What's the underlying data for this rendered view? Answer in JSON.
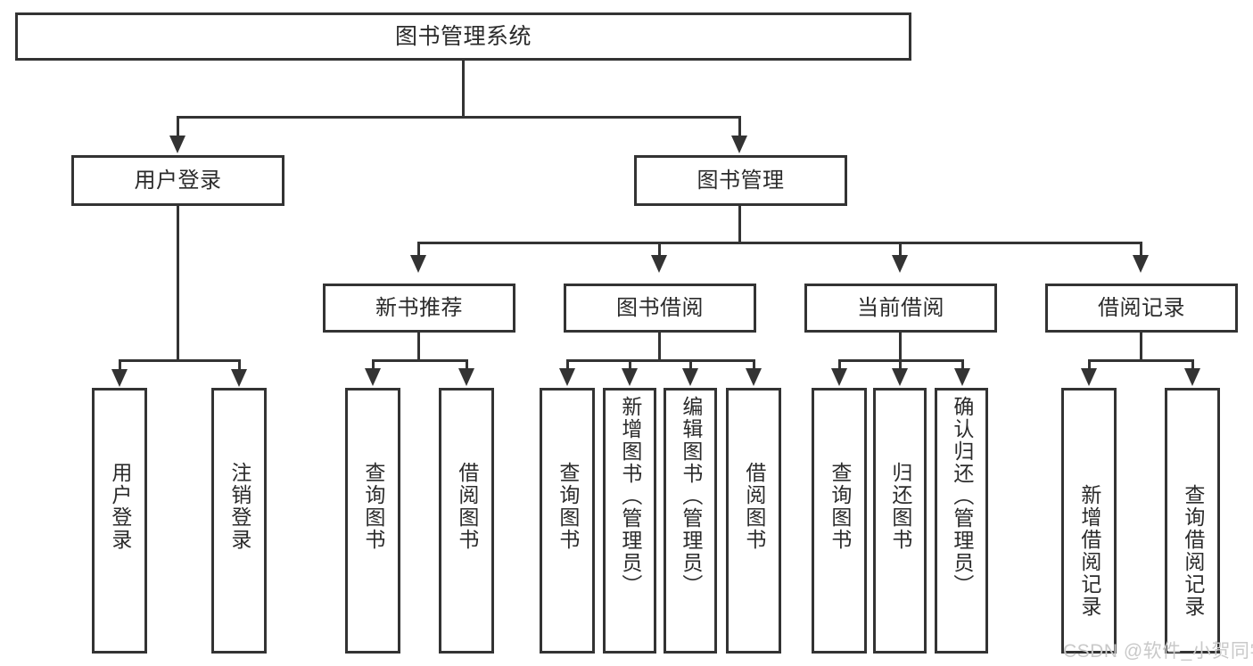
{
  "diagram": {
    "title": "图书管理系统",
    "type": "hierarchy-tree",
    "root": {
      "id": "root",
      "label": "图书管理系统"
    },
    "level1": [
      {
        "id": "user-login",
        "label": "用户登录"
      },
      {
        "id": "book-management",
        "label": "图书管理"
      }
    ],
    "level2": [
      {
        "id": "new-book-recommend",
        "label": "新书推荐",
        "parent": "book-management"
      },
      {
        "id": "book-borrow",
        "label": "图书借阅",
        "parent": "book-management"
      },
      {
        "id": "current-borrow",
        "label": "当前借阅",
        "parent": "book-management"
      },
      {
        "id": "borrow-record",
        "label": "借阅记录",
        "parent": "book-management"
      }
    ],
    "leaves": {
      "user_login": [
        {
          "id": "leaf-user-login",
          "label": "用户登录"
        },
        {
          "id": "leaf-logout-login",
          "label": "注销登录"
        }
      ],
      "new_book_recommend": [
        {
          "id": "leaf-query-book-1",
          "label": "查询图书"
        },
        {
          "id": "leaf-borrow-book-1",
          "label": "借阅图书"
        }
      ],
      "book_borrow": [
        {
          "id": "leaf-query-book-2",
          "label": "查询图书"
        },
        {
          "id": "leaf-add-book",
          "label": "新增图书（管理员）"
        },
        {
          "id": "leaf-edit-book",
          "label": "编辑图书（管理员）"
        },
        {
          "id": "leaf-borrow-book-2",
          "label": "借阅图书"
        }
      ],
      "current_borrow": [
        {
          "id": "leaf-query-book-3",
          "label": "查询图书"
        },
        {
          "id": "leaf-return-book",
          "label": "归还图书"
        },
        {
          "id": "leaf-confirm-return",
          "label": "确认归还（管理员）"
        }
      ],
      "borrow_record": [
        {
          "id": "leaf-add-record",
          "label": "新增借阅记录"
        },
        {
          "id": "leaf-query-record",
          "label": "查询借阅记录"
        }
      ]
    }
  },
  "watermark": {
    "text": "CSDN @软件_小贺同学"
  },
  "colors": {
    "border": "#333333",
    "text": "#2b2b2b",
    "background": "#ffffff",
    "watermark": "#c9c9c9"
  }
}
